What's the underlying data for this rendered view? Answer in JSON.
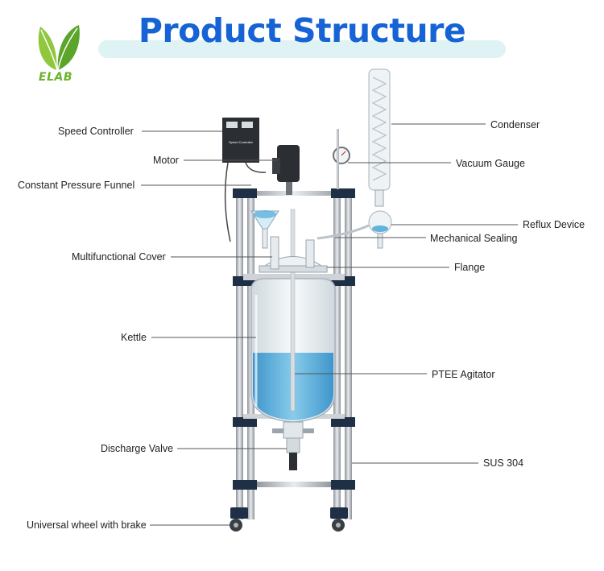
{
  "brand": {
    "logo_text": "ELAB"
  },
  "title": "Product Structure",
  "colors": {
    "title": "#1663d6",
    "title_band": "#dff3f5",
    "logo_green": "#6ab42d",
    "leader_line": "#555555",
    "liquid": "#4aa8d8",
    "frame": "#b9bdc2",
    "clamp": "#1f2f45"
  },
  "labels": {
    "speed_controller": "Speed Controller",
    "motor": "Motor",
    "constant_pressure_funnel": "Constant Pressure Funnel",
    "multifunctional_cover": "Multifunctional Cover",
    "kettle": "Kettle",
    "discharge_valve": "Discharge Valve",
    "universal_wheel": "Universal wheel with brake",
    "condenser": "Condenser",
    "vacuum_gauge": "Vacuum Gauge",
    "reflux_device": "Reflux Device",
    "mechanical_sealing": "Mechanical Sealing",
    "flange": "Flange",
    "ptee_agitator": "PTEE Agitator",
    "sus_304": "SUS 304"
  },
  "controller_panel_text": "Speed Controller"
}
